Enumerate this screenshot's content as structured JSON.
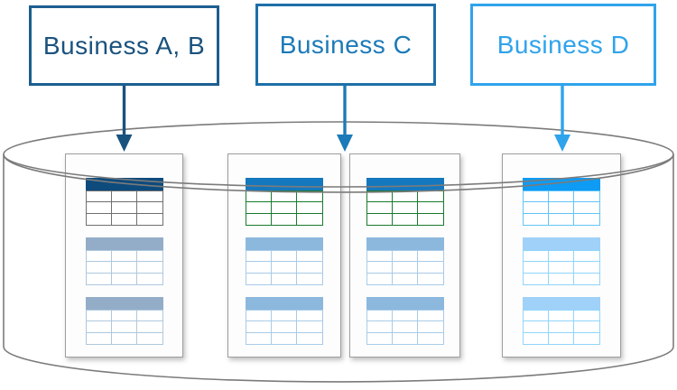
{
  "boxes": [
    {
      "label": "Business A, B"
    },
    {
      "label": "Business C"
    },
    {
      "label": "Business D"
    }
  ],
  "database": {
    "shape": "cylinder",
    "panels": [
      {
        "id": "panel-1",
        "mapped_business": "Business A, B",
        "tables": [
          "primary",
          "secondary",
          "secondary"
        ]
      },
      {
        "id": "panel-2",
        "mapped_business": "Business C",
        "tables": [
          "primary",
          "secondary",
          "secondary"
        ]
      },
      {
        "id": "panel-3",
        "mapped_business": "Business C",
        "tables": [
          "primary",
          "secondary",
          "secondary"
        ]
      },
      {
        "id": "panel-4",
        "mapped_business": "Business D",
        "tables": [
          "primary",
          "secondary",
          "secondary"
        ]
      }
    ]
  },
  "colors": {
    "box1-border": "#1C5E90",
    "box1-text": "#1A527E",
    "box2-border": "#1D6FA8",
    "box2-text": "#1C7AB8",
    "box3-border": "#2FA3EB",
    "box3-text": "#2FA3EB",
    "arrow-1": "#1A527E",
    "arrow-2": "#1C7AB8",
    "arrow-3": "#2FA3EB",
    "header-navy": "#0D4B7D",
    "header-blue": "#1478BE",
    "header-sky": "#0E9BF3",
    "header-steel": "#93ADC8",
    "header-bluesteel": "#8CB8DE",
    "header-palesky": "#A0D1F8",
    "grid-gray": "#6F6F6F",
    "grid-green": "#1A7A2E",
    "grid-sky": "#63C4F7",
    "grid-steel": "#AEC8DD",
    "grid-lightblue": "#A8CBE8",
    "grid-lightsky": "#90D5FA",
    "cylinder": "#7B7B7B",
    "panel-border": "#9E9E9E"
  }
}
